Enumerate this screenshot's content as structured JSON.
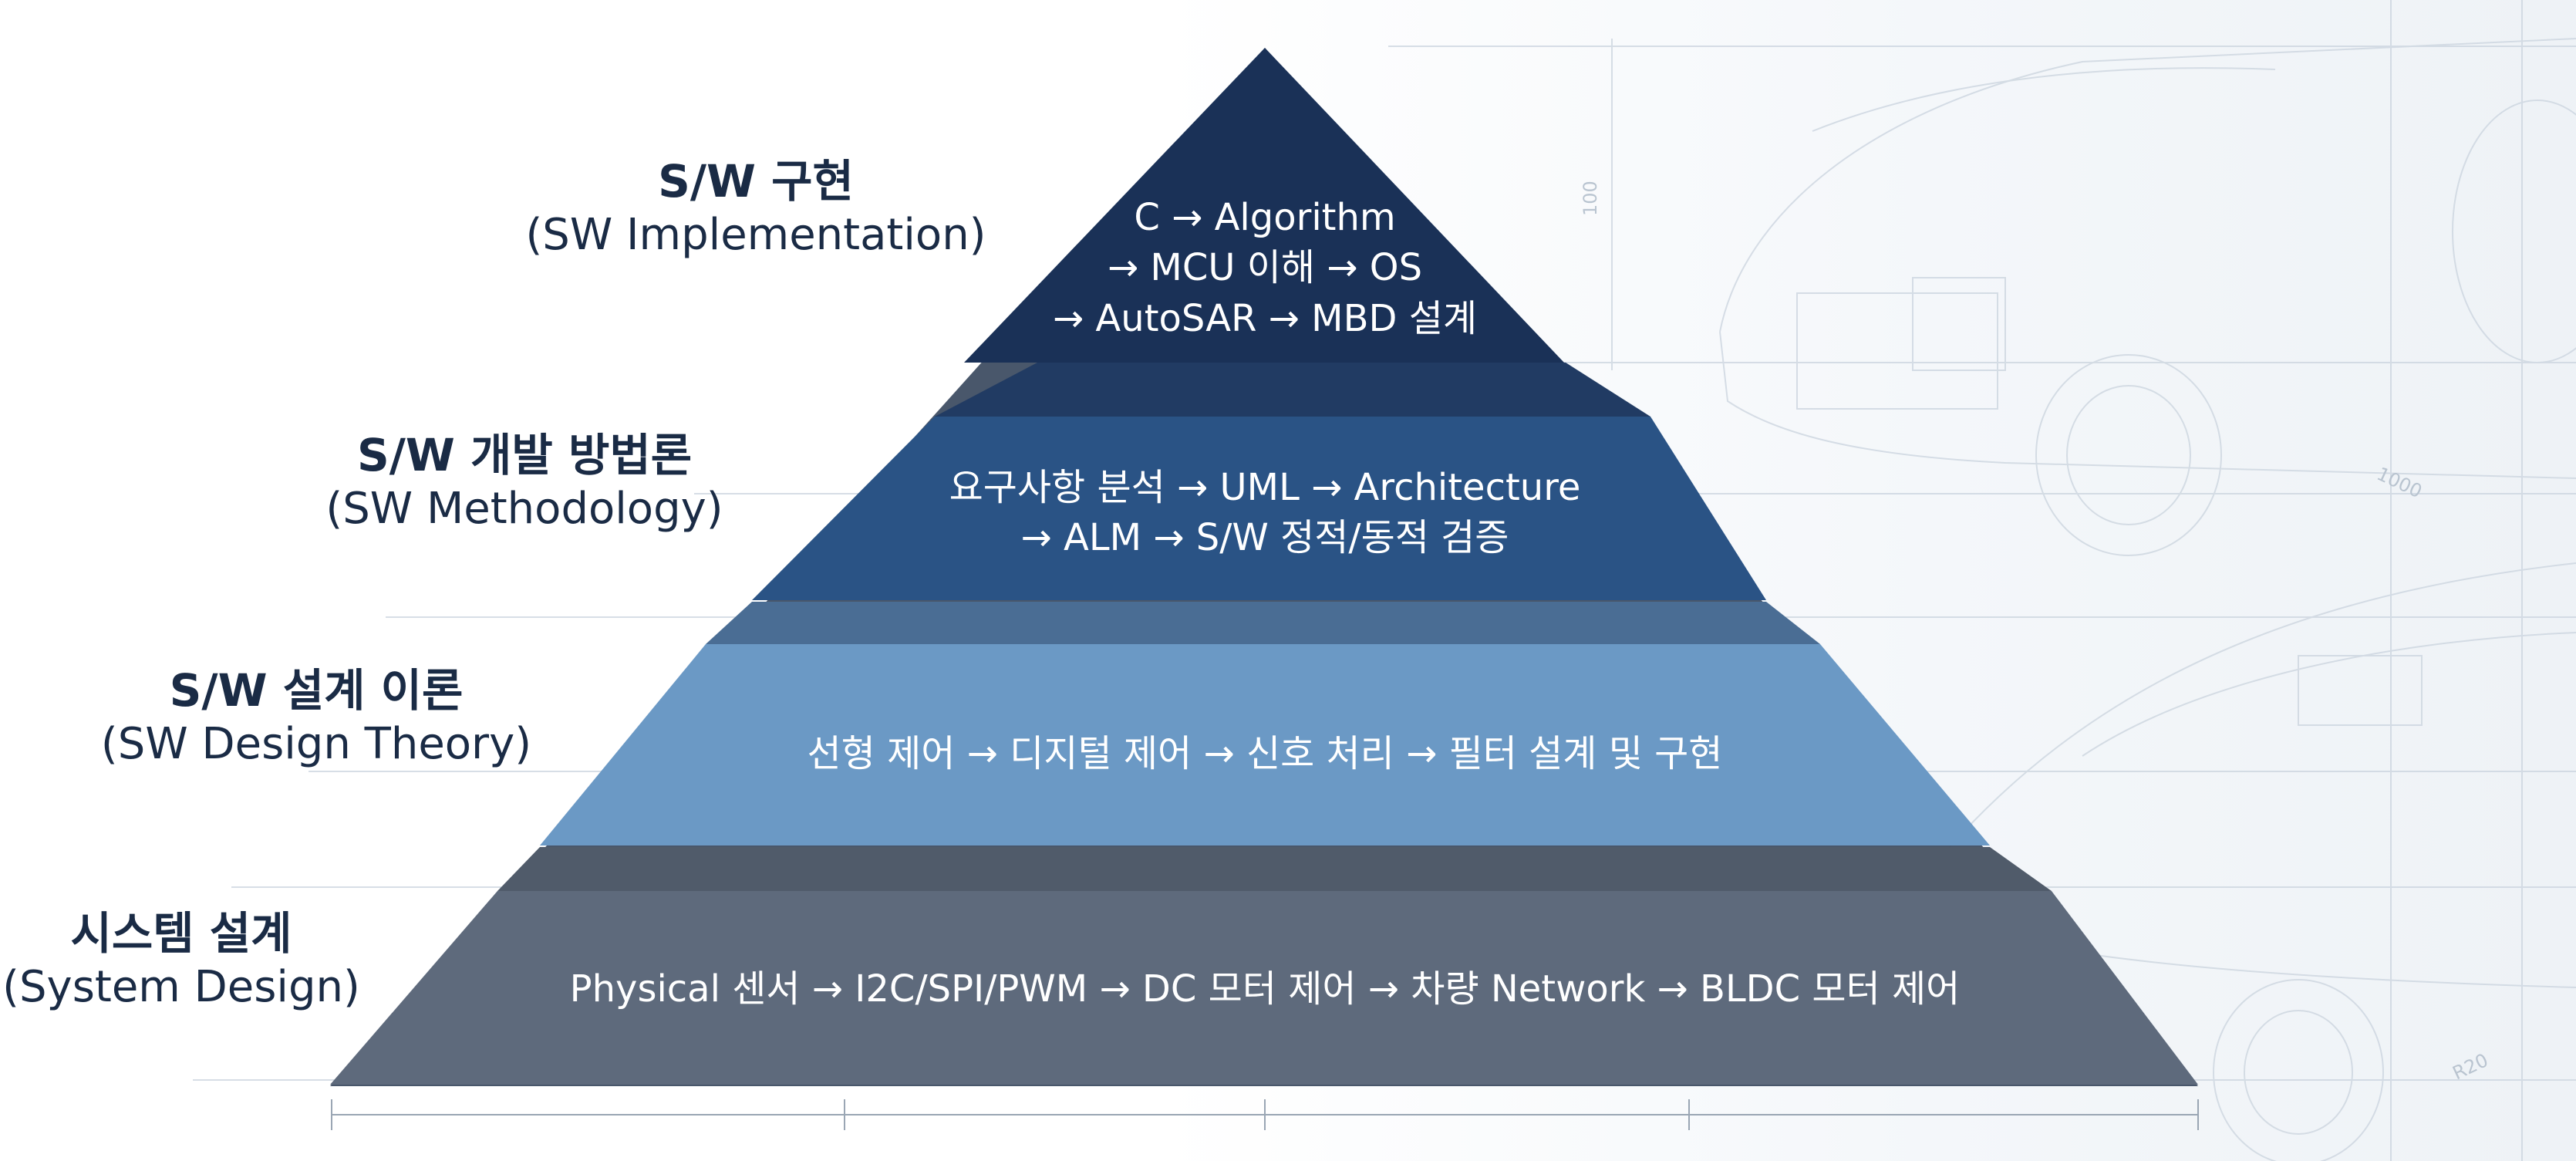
{
  "pyramid": {
    "tiers": [
      {
        "id": "implementation",
        "label_kr": "S/W 구현",
        "label_en": "(SW Implementation)",
        "lines": [
          "C → Algorithm",
          "→ MCU 이해 → OS",
          "→ AutoSAR → MBD 설계"
        ],
        "color": "#1a3157"
      },
      {
        "id": "methodology",
        "label_kr": "S/W 개발 방법론",
        "label_en": "(SW Methodology)",
        "lines": [
          "요구사항 분석 → UML → Architecture",
          "→ ALM → S/W 정적/동적 검증"
        ],
        "color": "#2a5385"
      },
      {
        "id": "design-theory",
        "label_kr": "S/W 설계 이론",
        "label_en": "(SW Design Theory)",
        "lines": [
          "선형 제어 → 디지털 제어 → 신호 처리 → 필터 설계 및 구현"
        ],
        "color": "#6b99c5"
      },
      {
        "id": "system-design",
        "label_kr": "시스템 설계",
        "label_en": "(System Design)",
        "lines": [
          "Physical 센서 → I2C/SPI/PWM → DC 모터 제어 → 차량 Network → BLDC 모터 제어"
        ],
        "color": "#5e6a7c"
      }
    ]
  },
  "background": {
    "dimension_labels": [
      "100",
      "1000",
      "R20"
    ]
  }
}
